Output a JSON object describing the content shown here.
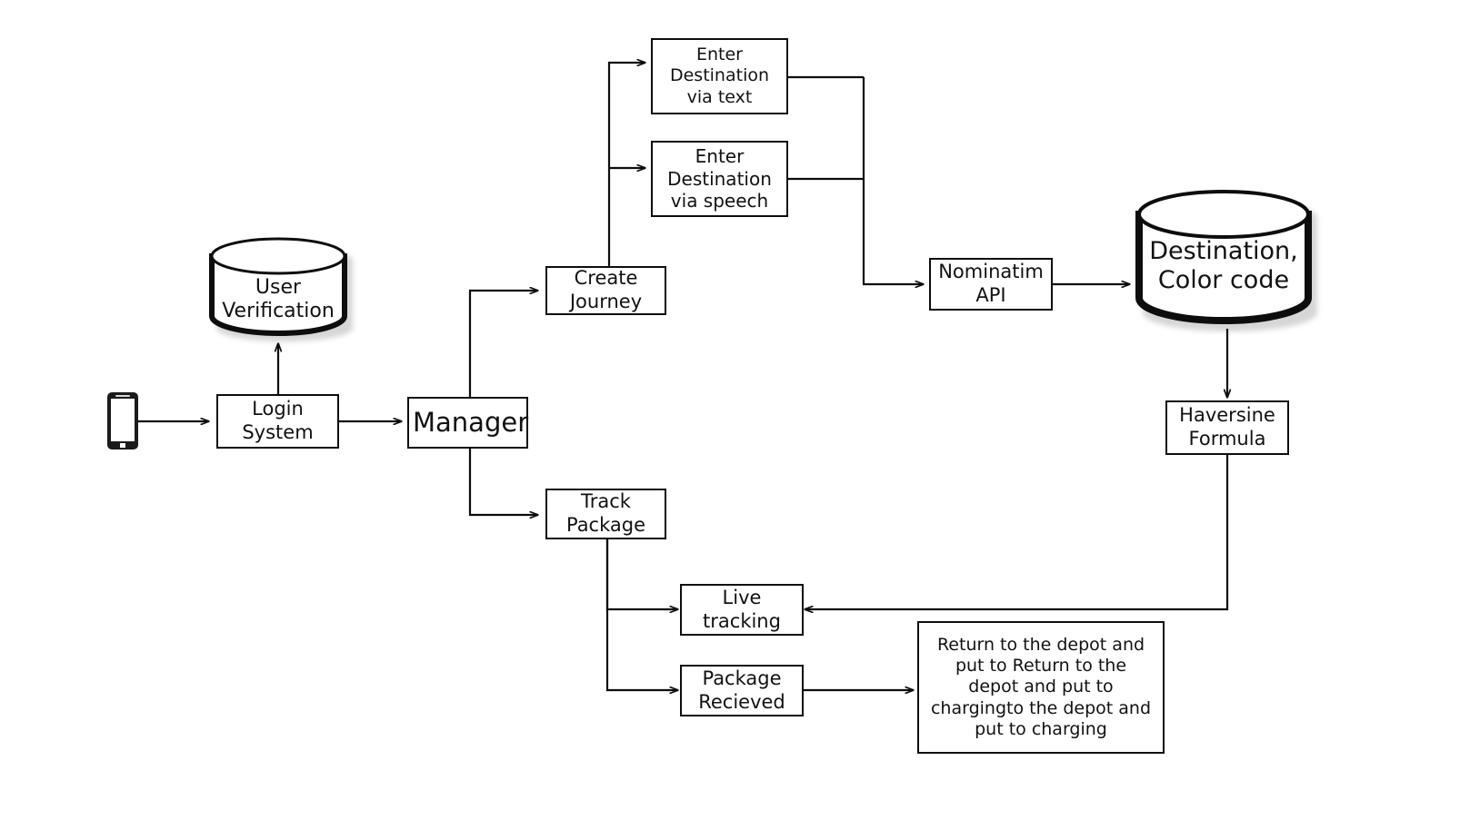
{
  "diagram": {
    "title": "Delivery Management System Flowchart",
    "background_color": "#ffffff",
    "stroke_color": "#0d0d0d",
    "text_color": "#121212",
    "nodes": {
      "phone": {
        "label": "",
        "shape": "smartphone-device"
      },
      "login_system": {
        "label": "Login System",
        "shape": "process"
      },
      "user_verification": {
        "label": "User Verification",
        "shape": "database-cylinder"
      },
      "manager": {
        "label": "Manager",
        "shape": "process"
      },
      "create_journey": {
        "label": "Create Journey",
        "shape": "process"
      },
      "enter_destination_text": {
        "label": "Enter Destination via text",
        "shape": "process"
      },
      "enter_destination_speech": {
        "label": "Enter Destination via speech",
        "shape": "process"
      },
      "nominatim_api": {
        "label": "Nominatim API",
        "shape": "process"
      },
      "destination_color_code": {
        "label": "Destination, Color code",
        "shape": "database-cylinder"
      },
      "haversine_formula": {
        "label": "Haversine Formula",
        "shape": "process"
      },
      "track_package": {
        "label": "Track Package",
        "shape": "process"
      },
      "live_tracking": {
        "label": "Live tracking",
        "shape": "process"
      },
      "package_recieved": {
        "label": "Package Recieved",
        "shape": "process"
      },
      "return_to_depot": {
        "label": "Return to the depot and put to Return to the depot and put to chargingto the depot and put to charging",
        "shape": "process"
      }
    },
    "edges": [
      {
        "from": "phone",
        "to": "login_system",
        "style": "arrow"
      },
      {
        "from": "login_system",
        "to": "user_verification",
        "style": "arrow"
      },
      {
        "from": "login_system",
        "to": "manager",
        "style": "arrow"
      },
      {
        "from": "manager",
        "to": "create_journey",
        "style": "arrow"
      },
      {
        "from": "manager",
        "to": "track_package",
        "style": "arrow"
      },
      {
        "from": "create_journey",
        "to": "enter_destination_text",
        "style": "arrow"
      },
      {
        "from": "create_journey",
        "to": "enter_destination_speech",
        "style": "arrow"
      },
      {
        "from": "enter_destination_text",
        "to": "nominatim_api",
        "style": "arrow"
      },
      {
        "from": "enter_destination_speech",
        "to": "nominatim_api",
        "style": "arrow"
      },
      {
        "from": "nominatim_api",
        "to": "destination_color_code",
        "style": "arrow"
      },
      {
        "from": "destination_color_code",
        "to": "haversine_formula",
        "style": "arrow"
      },
      {
        "from": "haversine_formula",
        "to": "live_tracking",
        "style": "arrow"
      },
      {
        "from": "track_package",
        "to": "live_tracking",
        "style": "arrow"
      },
      {
        "from": "track_package",
        "to": "package_recieved",
        "style": "arrow"
      },
      {
        "from": "package_recieved",
        "to": "return_to_depot",
        "style": "arrow"
      }
    ]
  }
}
